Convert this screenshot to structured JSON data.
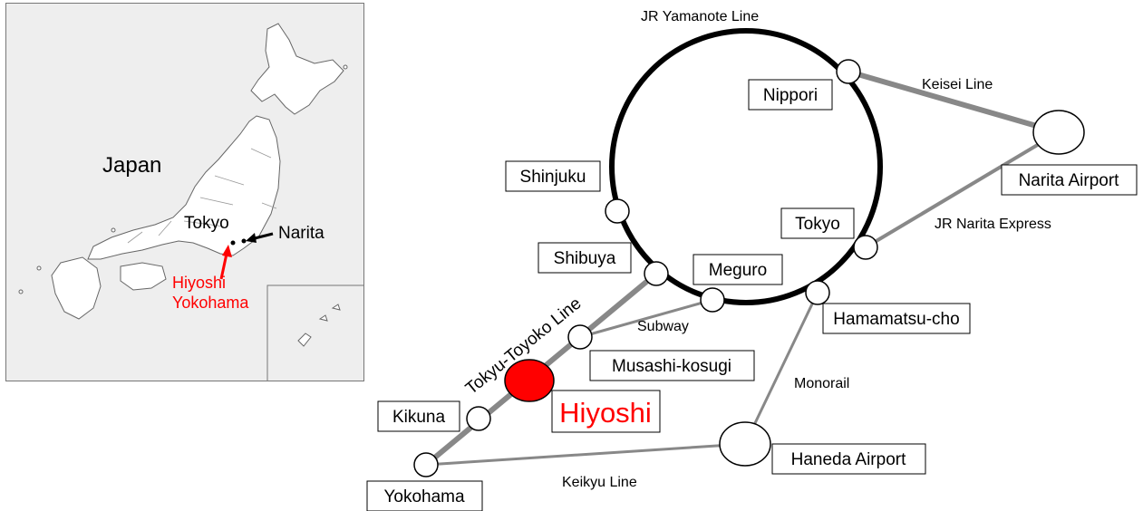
{
  "inset": {
    "country": "Japan",
    "tokyo": "Tokyo",
    "narita": "Narita",
    "hiyoshi": "Hiyoshi",
    "yokohama": "Yokohama"
  },
  "lines": {
    "yamanote": "JR Yamanote Line",
    "keisei": "Keisei Line",
    "narita_express": "JR Narita Express",
    "toyoko": "Tokyu-Toyoko Line",
    "subway": "Subway",
    "monorail": "Monorail",
    "keikyu": "Keikyu Line"
  },
  "stations": {
    "nippori": "Nippori",
    "narita_airport": "Narita Airport",
    "shinjuku": "Shinjuku",
    "tokyo": "Tokyo",
    "shibuya": "Shibuya",
    "meguro": "Meguro",
    "hamamatsucho": "Hamamatsu-cho",
    "musashikosugi": "Musashi-kosugi",
    "hiyoshi": "Hiyoshi",
    "kikuna": "Kikuna",
    "haneda_airport": "Haneda Airport",
    "yokohama": "Yokohama"
  },
  "colors": {
    "highlight": "#ff0000",
    "rail": "#888888",
    "loop": "#000000"
  }
}
